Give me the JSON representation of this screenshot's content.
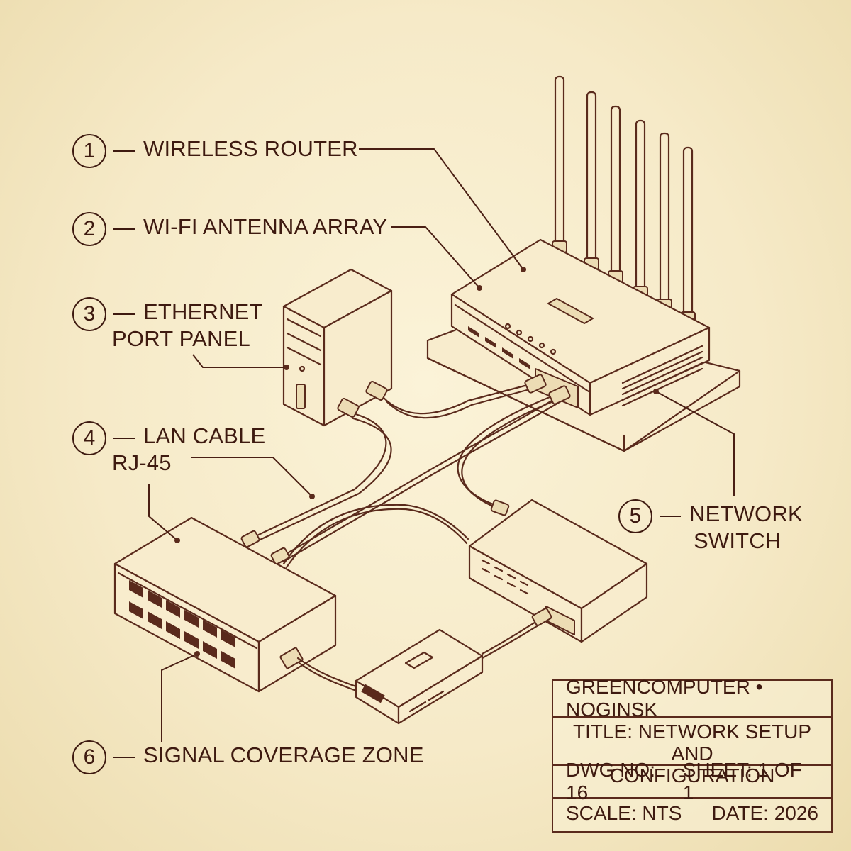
{
  "callouts": [
    {
      "number": "1",
      "text": "WIRELESS ROUTER"
    },
    {
      "number": "2",
      "text": "WI-FI ANTENNA ARRAY"
    },
    {
      "number": "3",
      "text_line1": "ETHERNET",
      "text_line2": "PORT PANEL"
    },
    {
      "number": "4",
      "text_line1": "LAN CABLE",
      "text_line2": "RJ-45"
    },
    {
      "number": "5",
      "text_line1": "NETWORK",
      "text_line2": "SWITCH"
    },
    {
      "number": "6",
      "text": "SIGNAL COVERAGE ZONE"
    }
  ],
  "title_block": {
    "company": "GREENCOMPUTER • NOGINSK",
    "title_line1": "TITLE: NETWORK SETUP AND",
    "title_line2": "CONFIGURATION",
    "drawing_no": "DWG NO: 16",
    "sheet": "SHEET: 1 OF 1",
    "scale": "SCALE: NTS",
    "date": "DATE: 2026"
  },
  "colors": {
    "paper": "#f6eac8",
    "ink": "#5a2a1c"
  }
}
